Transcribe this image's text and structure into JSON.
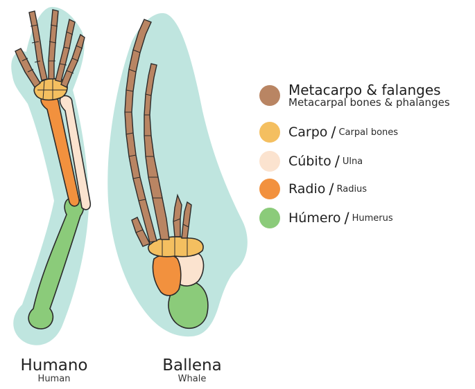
{
  "captions": {
    "human": {
      "label": "Humano",
      "sublabel": "Human"
    },
    "whale": {
      "label": "Ballena",
      "sublabel": "Whale"
    }
  },
  "legend": [
    {
      "label": "Metacarpo & falanges",
      "sublabel": "Metacarpal bones & phalanges",
      "color": "#b98563"
    },
    {
      "label": "Carpo",
      "sublabel": "Carpal bones",
      "color": "#f4bf60"
    },
    {
      "label": "Cúbito",
      "sublabel": "Ulna",
      "color": "#fbe3cf"
    },
    {
      "label": "Radio",
      "sublabel": "Radius",
      "color": "#f2913e"
    },
    {
      "label": "Húmero",
      "sublabel": "Humerus",
      "color": "#8bcb7a"
    }
  ],
  "colors": {
    "silhouette": "#bfe5df",
    "outline": "#2a2a2a"
  }
}
